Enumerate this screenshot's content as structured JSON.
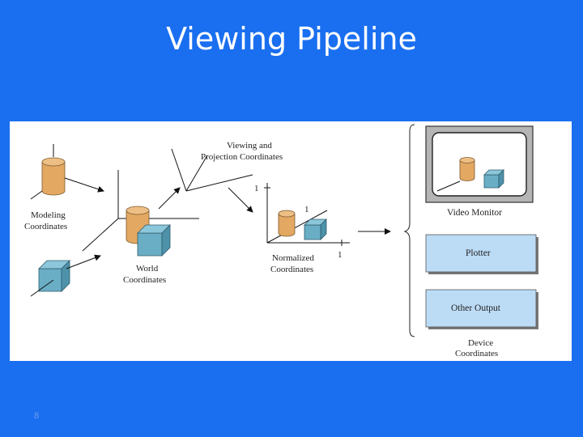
{
  "slide": {
    "title": "Viewing Pipeline",
    "page_number": "8"
  },
  "diagram": {
    "modeling_label_1": "Modeling",
    "modeling_label_2": "Coordinates",
    "world_label_1": "World",
    "world_label_2": "Coordinates",
    "viewing_label_1": "Viewing and",
    "viewing_label_2": "Projection Coordinates",
    "normalized_label_1": "Normalized",
    "normalized_label_2": "Coordinates",
    "axis_tick_one": "1",
    "device_label_1": "Device",
    "device_label_2": "Coordinates",
    "video_monitor": "Video Monitor",
    "plotter": "Plotter",
    "other_output": "Other Output"
  },
  "colors": {
    "slide_background": "#1a6ff0",
    "cylinder": "#e3a862",
    "cube": "#6aaec6",
    "device_box": "#bcdcf6"
  }
}
